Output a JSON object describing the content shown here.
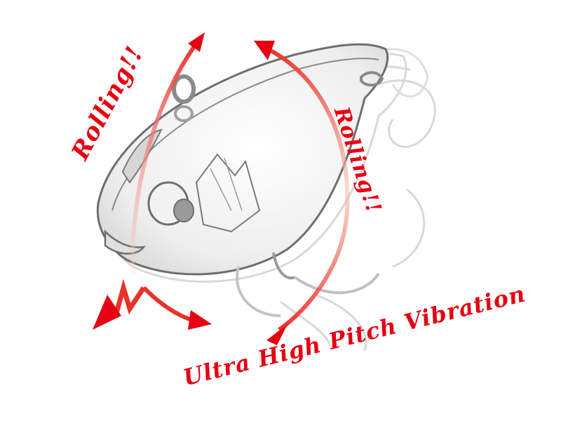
{
  "diagram": {
    "subject": "fishing lure (crankbait) illustration with motion arrows",
    "labels": {
      "rolling_left": "Rolling!!",
      "rolling_right": "Rolling!!",
      "vibration": "Ultra High Pitch Vibration"
    },
    "colors": {
      "accent_red": "#e60012",
      "arrow_fade": "#f6c6b8",
      "outline_gray": "#6e6e6e",
      "ghost_gray": "#c8c8c8",
      "background": "#ffffff"
    },
    "elements": [
      "lure-body-outline",
      "lure-ghost-outlines",
      "line-tie-eye",
      "split-rings",
      "treble-hooks",
      "rolling-arrow-left",
      "rolling-arrow-right",
      "vibration-zigzag-arrow",
      "wobble-arrow-bottom"
    ]
  }
}
